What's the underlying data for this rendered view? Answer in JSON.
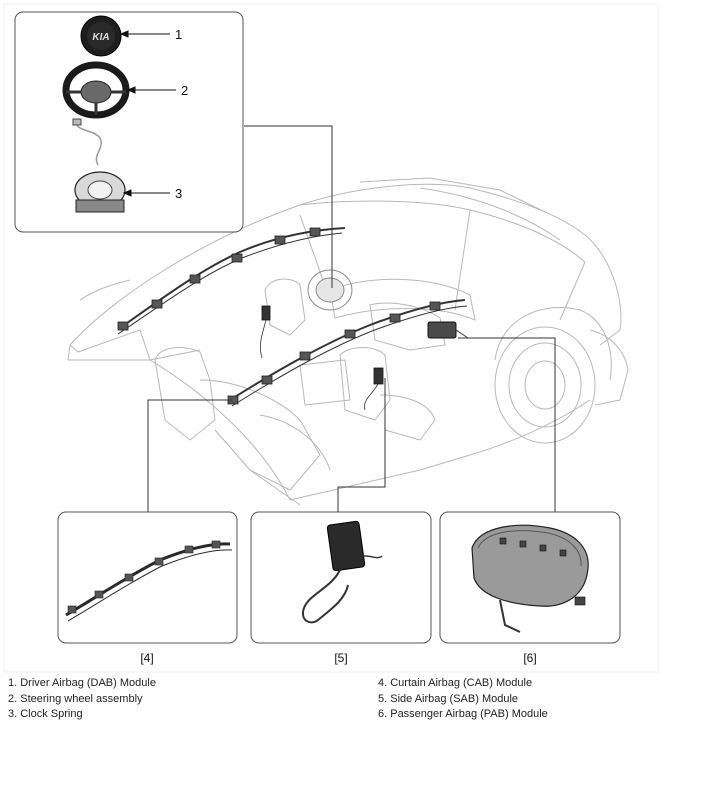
{
  "callouts": [
    "1",
    "2",
    "3"
  ],
  "panel_labels": [
    "[4]",
    "[5]",
    "[6]"
  ],
  "legend_left": [
    "1. Driver Airbag (DAB) Module",
    "2. Steering wheel assembly",
    "3. Clock Spring"
  ],
  "legend_right": [
    "4. Curtain Airbag (CAB) Module",
    "5. Side Airbag (SAB) Module",
    "6. Passenger Airbag (PAB) Module"
  ]
}
